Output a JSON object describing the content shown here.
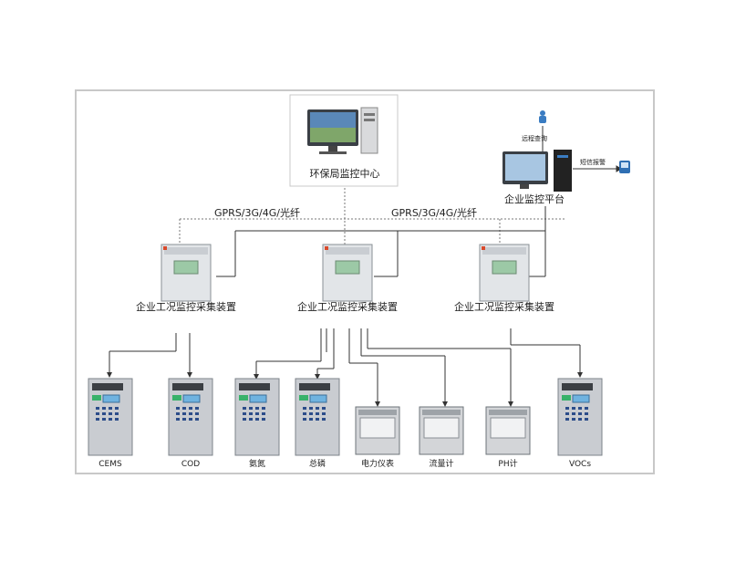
{
  "center": {
    "label": "环保局监控中心"
  },
  "platform": {
    "label": "企业监控平台",
    "query_label": "远程查询",
    "sms_label": "短信报警"
  },
  "links": {
    "left": "GPRS/3G/4G/光纤",
    "right": "GPRS/3G/4G/光纤"
  },
  "collectors": [
    {
      "label": "企业工况监控采集装置"
    },
    {
      "label": "企业工况监控采集装置"
    },
    {
      "label": "企业工况监控采集装置"
    }
  ],
  "devices": [
    {
      "label": "CEMS",
      "kind": "cabinet"
    },
    {
      "label": "COD",
      "kind": "cabinet"
    },
    {
      "label": "氨氮",
      "kind": "cabinet"
    },
    {
      "label": "总磷",
      "kind": "cabinet"
    },
    {
      "label": "电力仪表",
      "kind": "box"
    },
    {
      "label": "流量计",
      "kind": "box"
    },
    {
      "label": "PH计",
      "kind": "box"
    },
    {
      "label": "VOCs",
      "kind": "cabinet"
    }
  ]
}
